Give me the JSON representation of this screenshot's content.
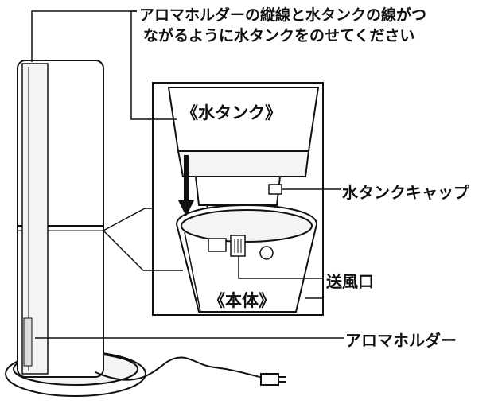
{
  "instruction": {
    "line1": "アロマホルダーの縦線と水タンクの線がつ",
    "line2": "ながるように水タンクをのせてください"
  },
  "labels": {
    "water_tank_inset": "《水タンク》",
    "body_inset": "《本体》",
    "tank_cap": "水タンクキャップ",
    "air_outlet": "送風口",
    "aroma_holder": "アロマホルダー"
  },
  "colors": {
    "line": "#111111",
    "background": "#ffffff",
    "light_fill": "#f4f4f4",
    "mid_fill": "#dcdcdc"
  }
}
